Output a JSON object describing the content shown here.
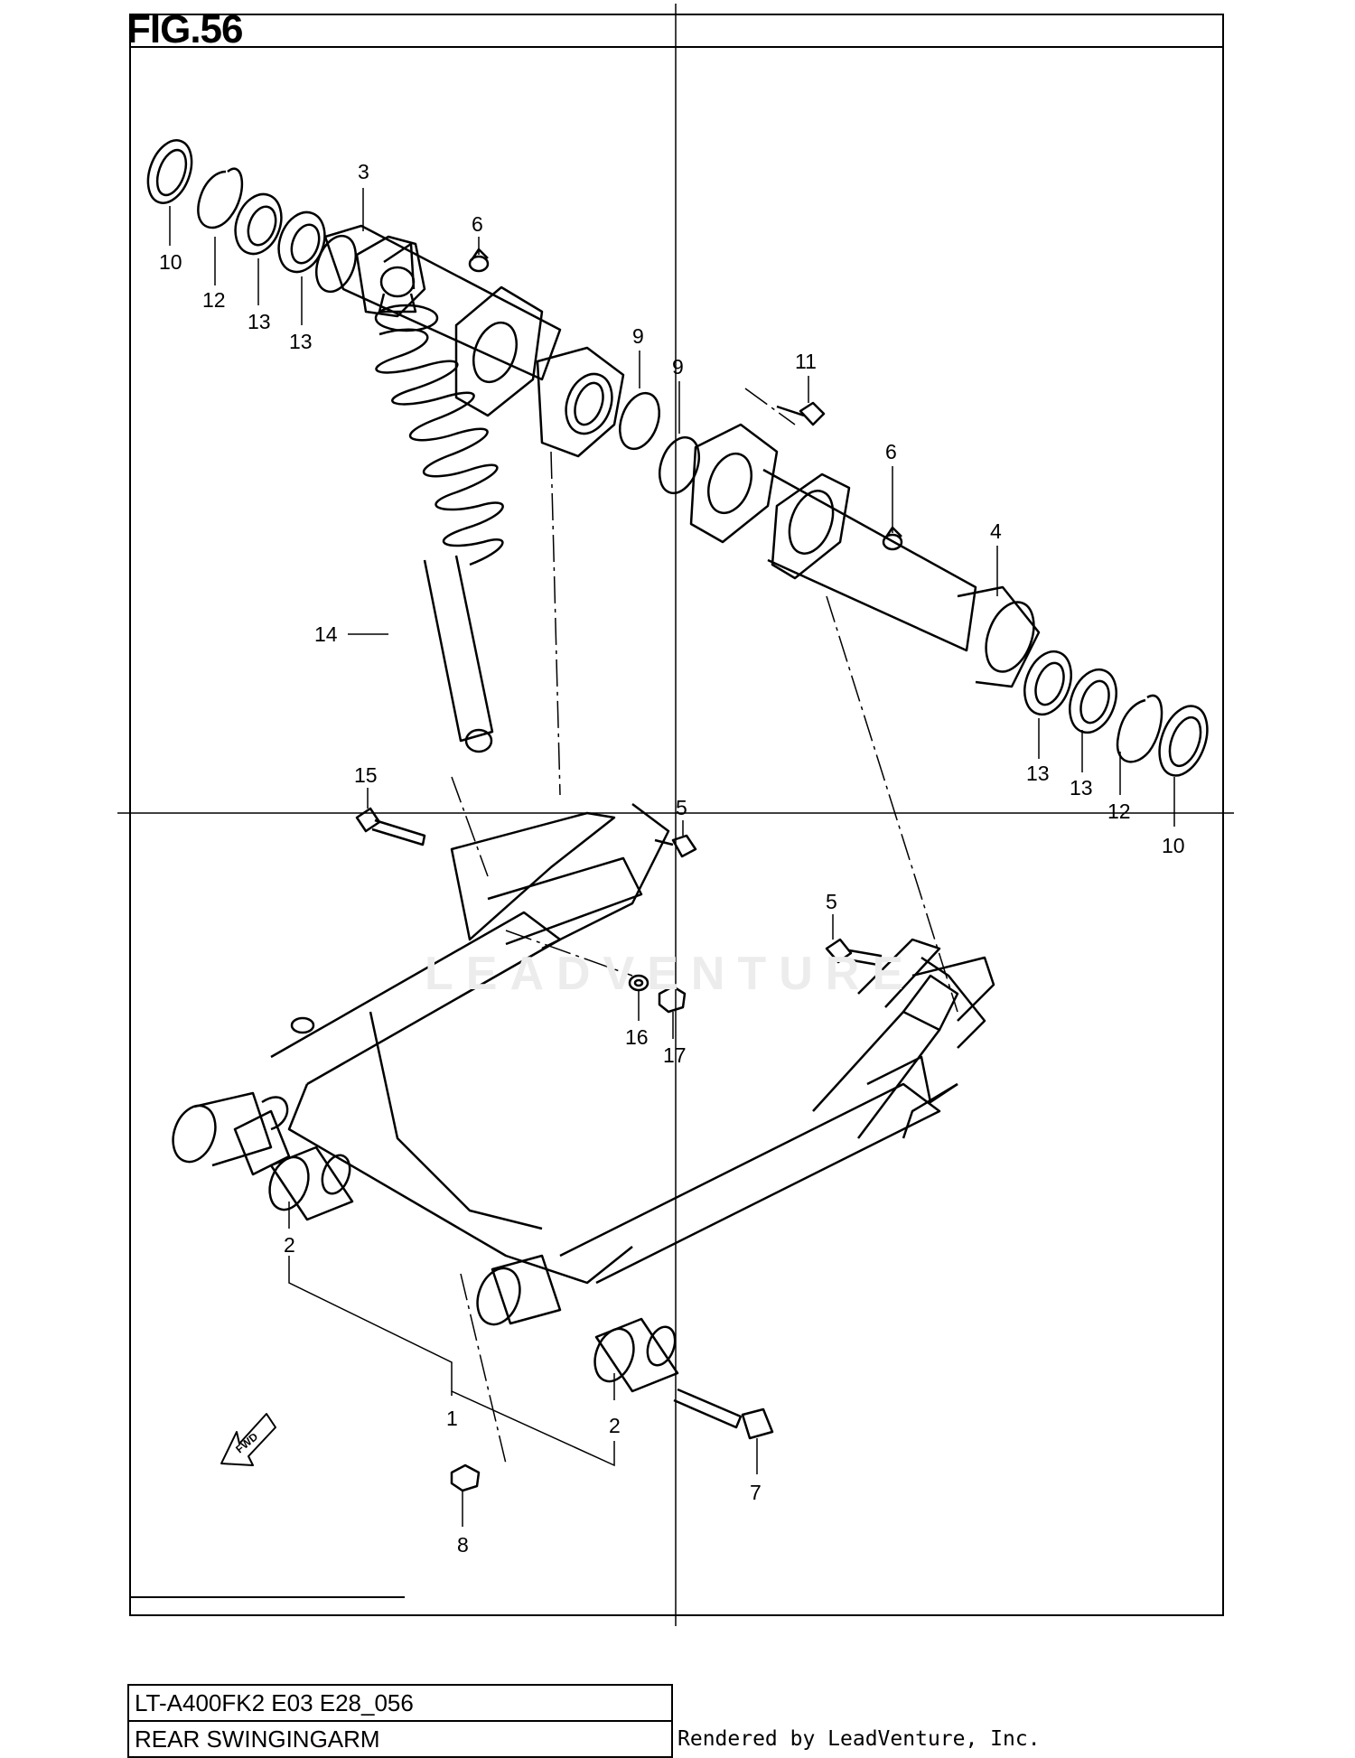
{
  "figure": {
    "title": "FIG.56",
    "model_code": "LT-A400FK2 E03 E28_056",
    "section_name": "REAR SWINGINGARM",
    "credit": "Rendered by LeadVenture, Inc.",
    "watermark": "LEADVENTURE",
    "fwd_label": "FWD"
  },
  "callouts": [
    {
      "id": "c-10a",
      "number": "10"
    },
    {
      "id": "c-12a",
      "number": "12"
    },
    {
      "id": "c-13a",
      "number": "13"
    },
    {
      "id": "c-13b",
      "number": "13"
    },
    {
      "id": "c-3",
      "number": "3"
    },
    {
      "id": "c-6a",
      "number": "6"
    },
    {
      "id": "c-9a",
      "number": "9"
    },
    {
      "id": "c-9b",
      "number": "9"
    },
    {
      "id": "c-11",
      "number": "11"
    },
    {
      "id": "c-6b",
      "number": "6"
    },
    {
      "id": "c-4",
      "number": "4"
    },
    {
      "id": "c-14",
      "number": "14"
    },
    {
      "id": "c-13c",
      "number": "13"
    },
    {
      "id": "c-13d",
      "number": "13"
    },
    {
      "id": "c-12b",
      "number": "12"
    },
    {
      "id": "c-10b",
      "number": "10"
    },
    {
      "id": "c-15",
      "number": "15"
    },
    {
      "id": "c-5a",
      "number": "5"
    },
    {
      "id": "c-5b",
      "number": "5"
    },
    {
      "id": "c-16",
      "number": "16"
    },
    {
      "id": "c-17",
      "number": "17"
    },
    {
      "id": "c-2a",
      "number": "2"
    },
    {
      "id": "c-2b",
      "number": "2"
    },
    {
      "id": "c-1",
      "number": "1"
    },
    {
      "id": "c-7",
      "number": "7"
    },
    {
      "id": "c-8",
      "number": "8"
    }
  ]
}
